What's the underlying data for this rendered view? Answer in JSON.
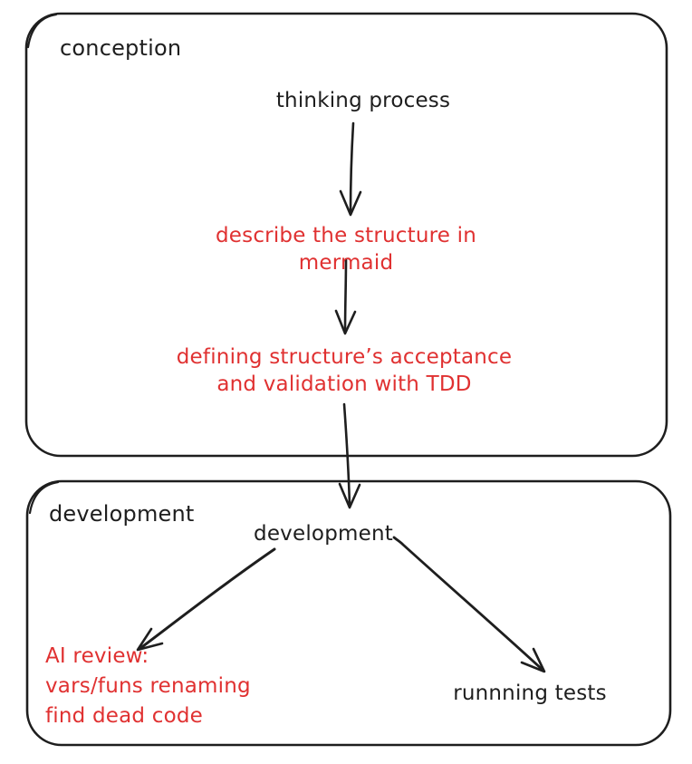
{
  "canvas": {
    "background": "#ffffff",
    "ink_color": "#1e1e1e",
    "accent_red": "#e03131"
  },
  "groups": {
    "conception": {
      "label": "conception"
    },
    "development": {
      "label": "development"
    }
  },
  "nodes": {
    "thinking_process": {
      "label": "thinking process",
      "color": "#1e1e1e"
    },
    "describe_mermaid": {
      "label": "describe the structure in mermaid",
      "color": "#e03131"
    },
    "defining_tdd": {
      "label": "defining structure’s acceptance\nand validation with TDD",
      "color": "#e03131"
    },
    "development": {
      "label": "development",
      "color": "#1e1e1e"
    },
    "ai_review": {
      "label": "AI review:\nvars/funs renaming\nfind dead code",
      "color": "#e03131"
    },
    "running_tests": {
      "label": "runnning tests",
      "color": "#1e1e1e"
    }
  },
  "edges": [
    {
      "from": "thinking_process",
      "to": "describe_mermaid"
    },
    {
      "from": "describe_mermaid",
      "to": "defining_tdd"
    },
    {
      "from": "defining_tdd",
      "to": "development"
    },
    {
      "from": "development",
      "to": "ai_review"
    },
    {
      "from": "development",
      "to": "running_tests"
    }
  ]
}
